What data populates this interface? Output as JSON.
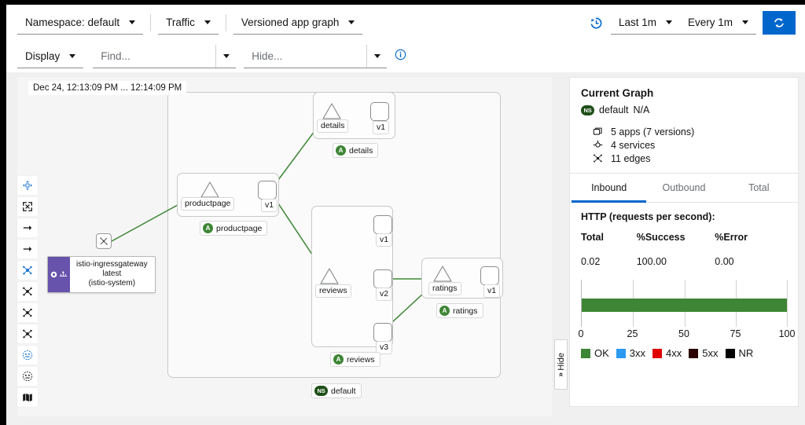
{
  "toolbar": {
    "namespace_label": "Namespace:  default",
    "traffic_label": "Traffic",
    "graph_type_label": "Versioned app graph",
    "display_label": "Display",
    "find_placeholder": "Find...",
    "find_value": "",
    "hide_placeholder": "Hide...",
    "hide_value": "",
    "time_range_label": "Last 1m",
    "refresh_interval_label": "Every 1m",
    "refresh_icon": "refresh-icon",
    "history_icon": "replay-history-icon",
    "info_icon": "info-circle-icon",
    "help_icon": "question-circle-icon",
    "legend_icon": "graph-legend-icon",
    "accent_blue": "#0066cc"
  },
  "graph": {
    "time_label": "Dec 24, 12:13:09 PM ... 12:14:09 PM",
    "namespace_badge": {
      "kind": "NS",
      "label": "default"
    },
    "ingress": {
      "name": "istio-ingressgateway",
      "version": "latest",
      "namespace": "(istio-system)",
      "accent": "#6753ac",
      "icons": [
        "circle-dot-icon",
        "gateway-icon"
      ]
    },
    "groups": [
      {
        "badge_kind": "A",
        "label": "details",
        "service": "details",
        "versions": [
          "v1"
        ]
      },
      {
        "badge_kind": "A",
        "label": "productpage",
        "service": "productpage",
        "versions": [
          "v1"
        ]
      },
      {
        "badge_kind": "A",
        "label": "reviews",
        "service": "reviews",
        "versions": [
          "v1",
          "v2",
          "v3"
        ]
      },
      {
        "badge_kind": "A",
        "label": "ratings",
        "service": "ratings",
        "versions": [
          "v1"
        ]
      }
    ],
    "edge_color": "#3e8635",
    "hide_tab": {
      "label": "Hide",
      "chevron": "»"
    },
    "rail_icons": [
      "drag-pan-icon",
      "fit-to-screen-icon",
      "expand-right-icon",
      "collapse-right-icon",
      "layout-dagre-icon",
      "layout-grid-icon",
      "layout-cola-icon",
      "layout-breadth-first-icon",
      "toggle-legend-icon",
      "toggle-minimap-icon",
      "map-icon"
    ]
  },
  "side_panel": {
    "title": "Current Graph",
    "namespace_badge_kind": "NS",
    "namespace": "default",
    "namespace_value": "N/A",
    "stats": [
      {
        "icon": "apps-icon",
        "text": "5 apps (7 versions)"
      },
      {
        "icon": "services-icon",
        "text": "4 services"
      },
      {
        "icon": "edges-icon",
        "text": "11 edges"
      }
    ],
    "tabs": [
      {
        "label": "Inbound",
        "active": true
      },
      {
        "label": "Outbound",
        "active": false
      },
      {
        "label": "Total",
        "active": false
      }
    ],
    "metrics_header": "HTTP (requests per second):",
    "metrics_columns": [
      "Total",
      "%Success",
      "%Error"
    ],
    "metrics_values": [
      "0.02",
      "100.00",
      "0.00"
    ]
  },
  "chart_data": {
    "type": "bar",
    "orientation": "horizontal",
    "title": "",
    "xlabel": "",
    "ylabel": "",
    "xlim": [
      0,
      100
    ],
    "xticks": [
      0,
      25,
      50,
      75,
      100
    ],
    "grid": true,
    "legend_position": "bottom",
    "categories": [
      "requests"
    ],
    "series": [
      {
        "name": "OK",
        "color": "#3e8635",
        "values": [
          100
        ]
      },
      {
        "name": "3xx",
        "color": "#2b9af3",
        "values": [
          0
        ]
      },
      {
        "name": "4xx",
        "color": "#e00000",
        "values": [
          0
        ]
      },
      {
        "name": "5xx",
        "color": "#2c0000",
        "values": [
          0
        ]
      },
      {
        "name": "NR",
        "color": "#030303",
        "values": [
          0
        ]
      }
    ]
  }
}
